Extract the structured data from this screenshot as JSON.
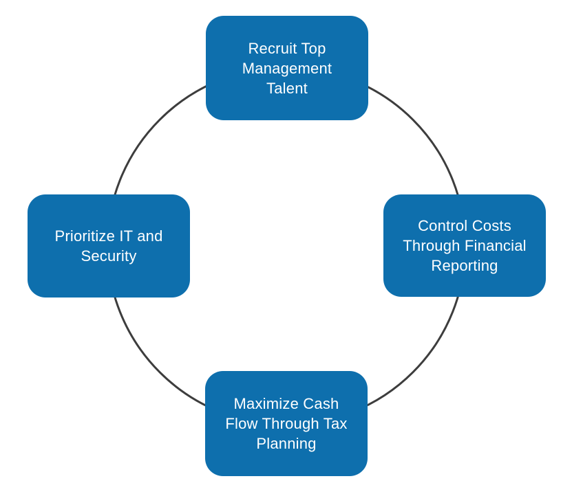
{
  "diagram": {
    "type": "cycle",
    "background_color": "#ffffff",
    "circle_stroke_color": "#3d3d3d",
    "circle_stroke_width": 3,
    "node_fill_color": "#0e6fad",
    "node_text_color": "#ffffff",
    "nodes": [
      {
        "position": "top",
        "label": "Recruit Top Management Talent"
      },
      {
        "position": "right",
        "label": "Control Costs Through Financial Reporting"
      },
      {
        "position": "bottom",
        "label": "Maximize Cash Flow Through Tax Planning"
      },
      {
        "position": "left",
        "label": "Prioritize IT and Security"
      }
    ]
  }
}
